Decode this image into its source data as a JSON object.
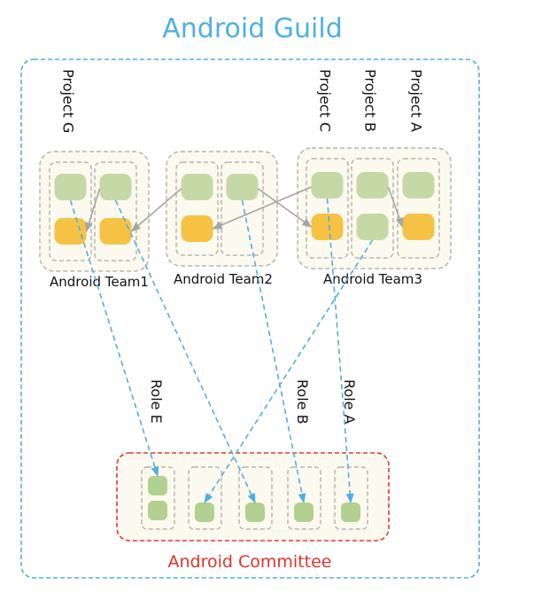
{
  "title": "Android Guild",
  "colors": {
    "guild_border": "#4fb0e3",
    "committee_border": "#e53a2f",
    "committee_text": "#e2332b",
    "container_fill": "#fcf9ee",
    "container_border": "#b9b6b0",
    "member_green": "#c5d9a7",
    "member_orange": "#f6c244",
    "committee_member": "#b2d08f",
    "move_arrow": "#a5a5a5",
    "role_arrow": "#4fb0e3"
  },
  "teams": [
    {
      "id": "team1",
      "label": "Android Team1",
      "columns": [
        {
          "members": [
            "green",
            "orange"
          ]
        },
        {
          "members": [
            "green",
            "orange"
          ]
        }
      ]
    },
    {
      "id": "team2",
      "label": "Android Team2",
      "columns": [
        {
          "members": [
            "green",
            "orange"
          ]
        },
        {
          "members": [
            "green"
          ]
        }
      ]
    },
    {
      "id": "team3",
      "label": "Android Team3",
      "columns": [
        {
          "members": [
            "green",
            "orange"
          ]
        },
        {
          "members": [
            "green",
            "green"
          ]
        },
        {
          "members": [
            "green",
            "orange"
          ]
        }
      ]
    }
  ],
  "projects": [
    {
      "label": "Project G",
      "team": "team1",
      "column": 0
    },
    {
      "label": "Project C",
      "team": "team3",
      "column": 0
    },
    {
      "label": "Project B",
      "team": "team3",
      "column": 1
    },
    {
      "label": "Project A",
      "team": "team3",
      "column": 2
    }
  ],
  "committee": {
    "label": "Android Committee",
    "roles": [
      {
        "label": "Role E",
        "members": 2
      },
      {
        "label": "",
        "members": 1
      },
      {
        "label": "",
        "members": 1
      },
      {
        "label": "Role B",
        "members": 1
      },
      {
        "label": "Role A",
        "members": 1
      }
    ]
  },
  "move_arrows": [
    {
      "from": "team1.c1.m0",
      "to": "team1.c0.m1"
    },
    {
      "from": "team2.c0.m0",
      "to": "team1.c1.m1"
    },
    {
      "from": "team3.c0.m0",
      "to": "team2.c0.m1"
    },
    {
      "from": "team2.c1.m0",
      "to": "team3.c0.m1"
    },
    {
      "from": "team3.c1.m0",
      "to": "team3.c2.m1"
    }
  ],
  "role_arrows": [
    {
      "from": "team1.c0.m0",
      "to": "committee.r0.m0"
    },
    {
      "from": "team1.c1.m0",
      "to": "committee.r2.m0"
    },
    {
      "from": "team2.c1.m0",
      "to": "committee.r3.m0"
    },
    {
      "from": "team3.c0.m0",
      "to": "committee.r4.m0"
    },
    {
      "from": "team3.c1.m1",
      "to": "committee.r1.m0"
    }
  ]
}
